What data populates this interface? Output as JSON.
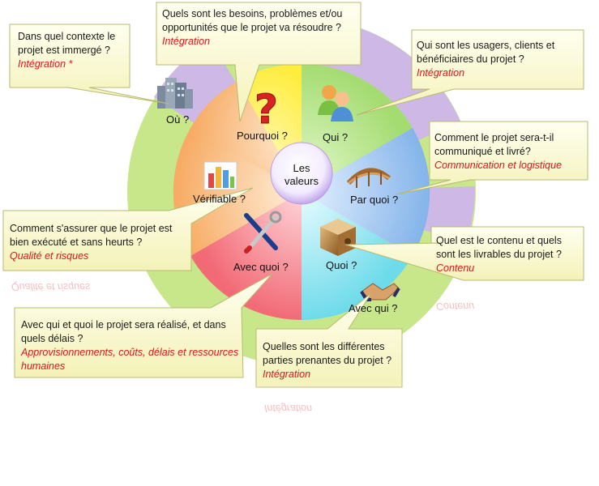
{
  "center": {
    "line1": "Les",
    "line2": "valeurs"
  },
  "segments": {
    "ou": "Où ?",
    "pourquoi": "Pourquoi ?",
    "qui": "Qui ?",
    "par_quoi": "Par quoi ?",
    "quoi": "Quoi ?",
    "avec_qui": "Avec qui ?",
    "avec_quoi": "Avec quoi ?",
    "verifiable": "Vérifiable ?"
  },
  "callouts": {
    "ou": {
      "text": "Dans quel contexte le projet est immergé ?",
      "ref": "Intégration *"
    },
    "pourquoi": {
      "text": "Quels sont les besoins, problèmes et/ou opportunités que le projet va résoudre ?",
      "ref": "Intégration"
    },
    "qui": {
      "text": "Qui sont les usagers, clients et bénéficiaires du projet ?",
      "ref": "Intégration"
    },
    "par_quoi": {
      "text": "Comment le projet sera-t-il communiqué et livré?",
      "ref": "Communication et logistique"
    },
    "quoi": {
      "text": "Quel est le contenu et quels sont les livrables du projet ?",
      "ref": "Contenu"
    },
    "avec_qui": {
      "text": "Quelles sont les différentes parties prenantes du projet ?",
      "ref": "Intégration"
    },
    "avec_quoi": {
      "text": "Avec qui et quoi le projet sera réalisé, et dans quels délais ?",
      "ref": "Approvisionnements, coûts, délais et ressources humaines"
    },
    "verifiable": {
      "text": "Comment s'assurer que le projet est bien exécuté et sans heurts ?",
      "ref": "Qualité et risques"
    }
  },
  "colors": {
    "outer_green": "#c8e68a",
    "outer_lavender": "#cdb8e6",
    "pourquoi": "#fff37a",
    "qui": "#b9e88f",
    "par_quoi": "#9fc6ef",
    "quoi": "#8ee3ef",
    "avec_quoi": "#f58c95",
    "verifiable": "#f9c08a",
    "callout_fill": "#fcfbd0",
    "callout_border": "#b8ba72",
    "reference_text": "#e8101a"
  }
}
